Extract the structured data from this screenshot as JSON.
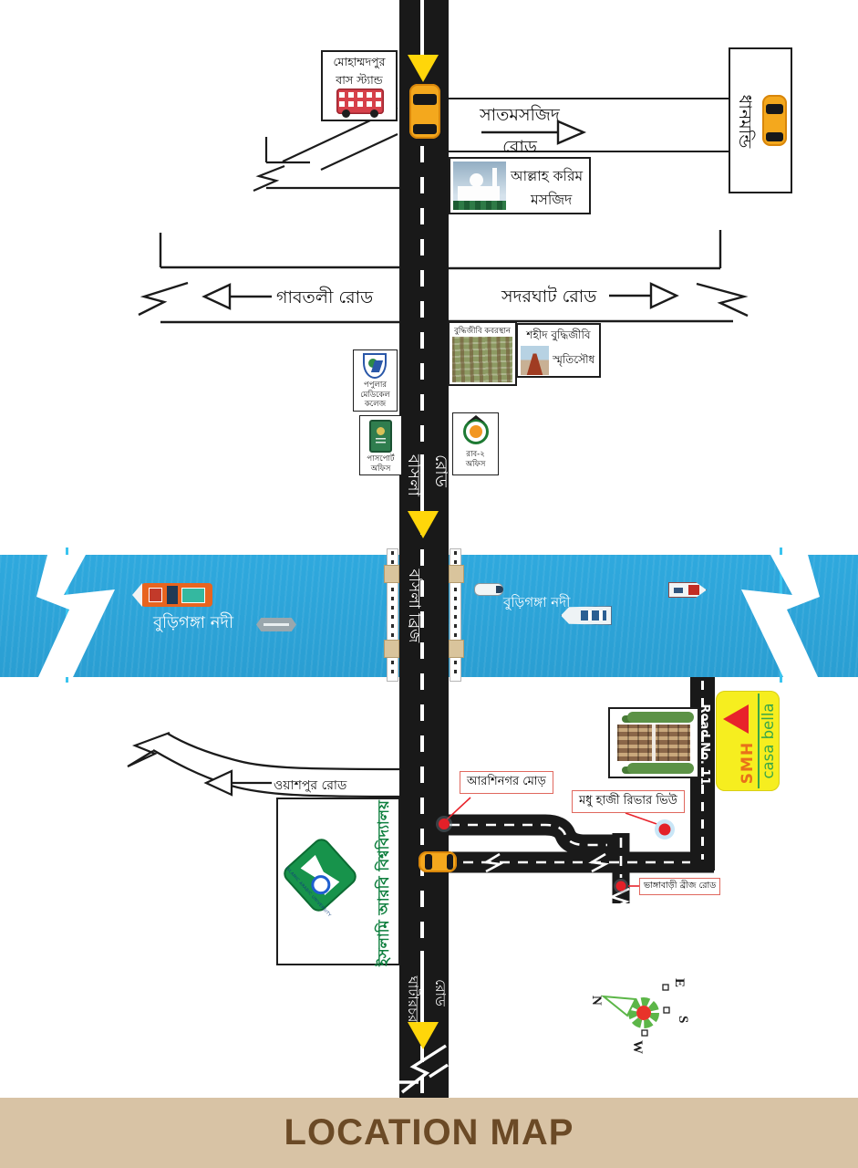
{
  "header": {
    "footer_title": "LOCATION MAP"
  },
  "top": {
    "bus_stand_line1": "মোহাম্মদপুর",
    "bus_stand_line2": "বাস স্ট্যান্ড",
    "satmasjid_line1": "সাতমসজিদ",
    "satmasjid_line2": "রোড",
    "dhanmondi": "ধানমন্ডি",
    "mosque_line1": "আল্লাহ করিম",
    "mosque_line2": "মসজিদ"
  },
  "roads": {
    "gabtali": "গাবতলী রোড",
    "sadarghat": "সদরঘাট রোড",
    "washpur": "ওয়াশপুর রোড",
    "basila_word1": "বসিলা",
    "basila_word2": "রোড",
    "bridge": "বসিলা ব্রিজ",
    "road11": "Road No. 11",
    "ghatarchar_word1": "ঘাটারচর",
    "ghatarchar_word2": "রোড",
    "bhangabari": "ভাঙ্গাবাড়ী ব্রীজ রোড"
  },
  "poi": {
    "graveyard": "বুদ্ধিজীবি কবরস্থান",
    "memorial_line1": "শহীদ বুদ্ধিজীবি",
    "memorial_line2": "স্মৃতিসৌধ",
    "popular_line1": "পপুলার",
    "popular_line2": "মেডিকেল",
    "popular_line3": "কলেজ",
    "passport_line1": "পাসপোর্ট",
    "passport_line2": "অফিস",
    "rab_line1": "রাব-২",
    "rab_line2": "অফিস",
    "arshinagar": "আরশিনগর মোড়",
    "modhu_haji": "মধু হাজী রিভার ভিউ",
    "university": "ইসলামি আরবি বিশ্ববিদ্যালয়",
    "university_logo_text": "ISLAMIC ARABIC UNIVERSITY"
  },
  "river": {
    "label_left": "বুড়িগঙ্গা নদী",
    "label_right": "বুড়িগঙ্গা নদী"
  },
  "project_sign": {
    "line1": "SMH",
    "line2": "casa bella"
  },
  "compass": {
    "n": "N",
    "e": "E",
    "s": "S",
    "w": "W"
  },
  "colors": {
    "road": "#191919",
    "river": "#2da5da",
    "arrow_yellow": "#ffd60a",
    "sign_yellow": "#f6ee1f",
    "sign_red": "#e8232b",
    "sign_text_orange": "#e8701a",
    "sign_text_green": "#3aa648",
    "footer_bg": "#d8c3a5",
    "footer_text": "#6b4a26",
    "label_border": "#e0685e",
    "marker_red": "#e32028",
    "university_green": "#0e7f3e",
    "compass_green": "#5cb648"
  }
}
